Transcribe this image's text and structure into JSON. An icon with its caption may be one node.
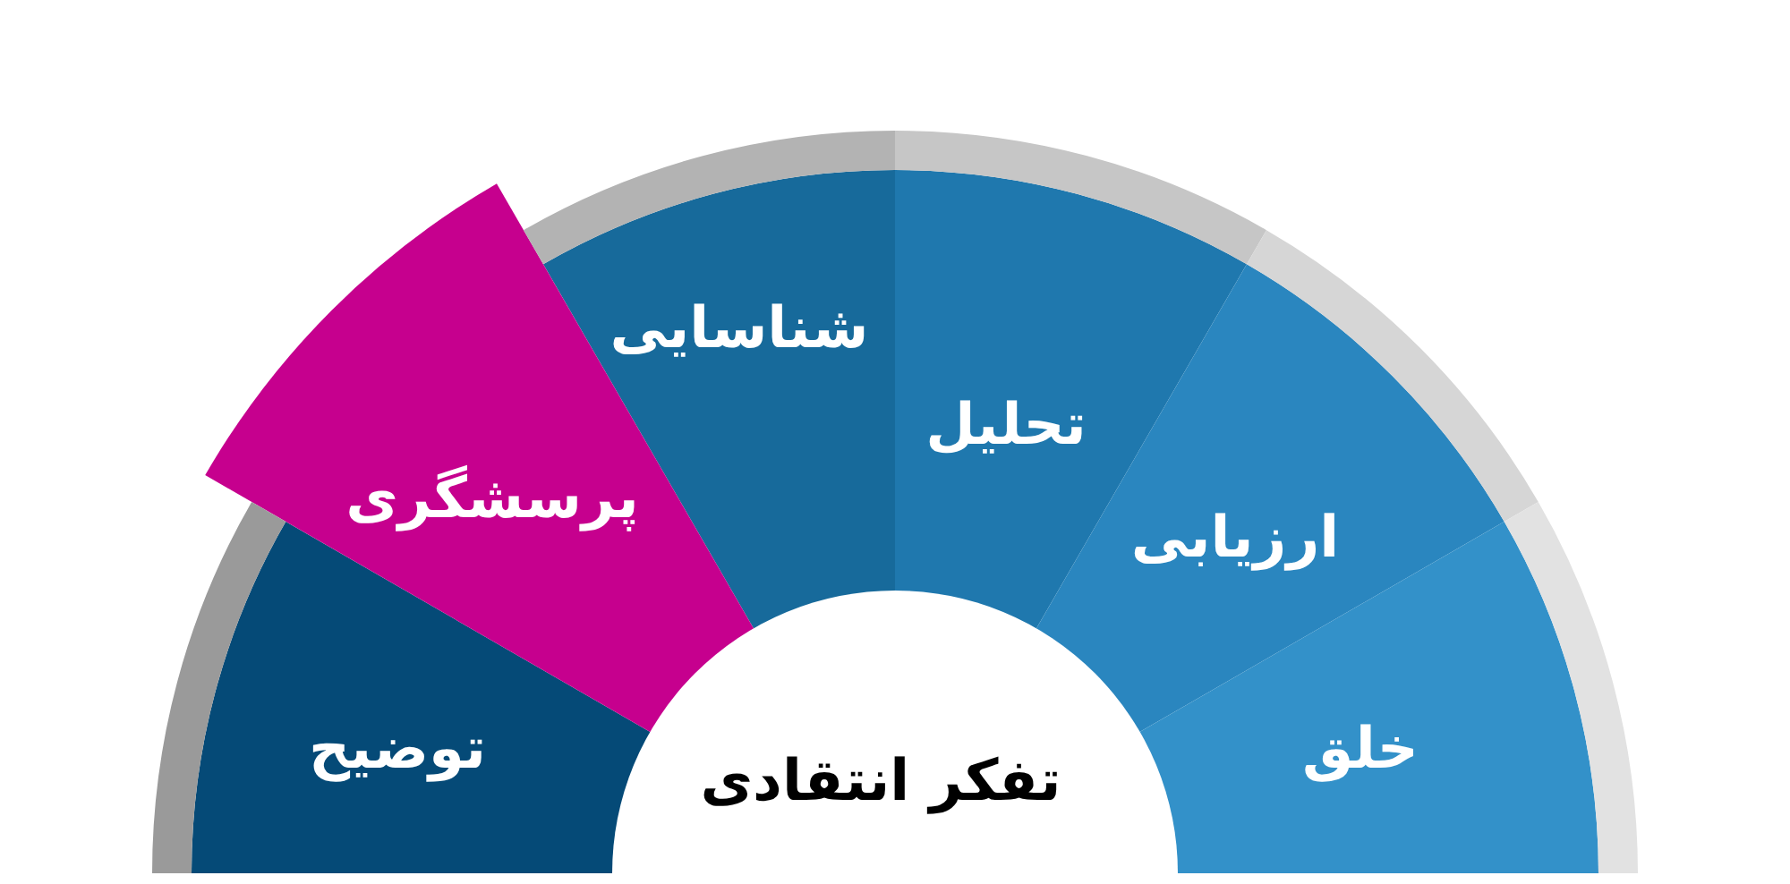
{
  "diagram": {
    "nodes": [
      {
        "text": [
          "توضیح"
        ]
      },
      {
        "text": [
          "پرسشگری"
        ]
      },
      {
        "text": [
          "شناسایی"
        ]
      },
      {
        "text": [
          "تحلیل"
        ]
      },
      {
        "text": [
          "ارزیابی"
        ]
      },
      {
        "text": [
          "خلق"
        ]
      },
      {
        "text": [
          "تفکر انتقادی"
        ]
      }
    ]
  }
}
